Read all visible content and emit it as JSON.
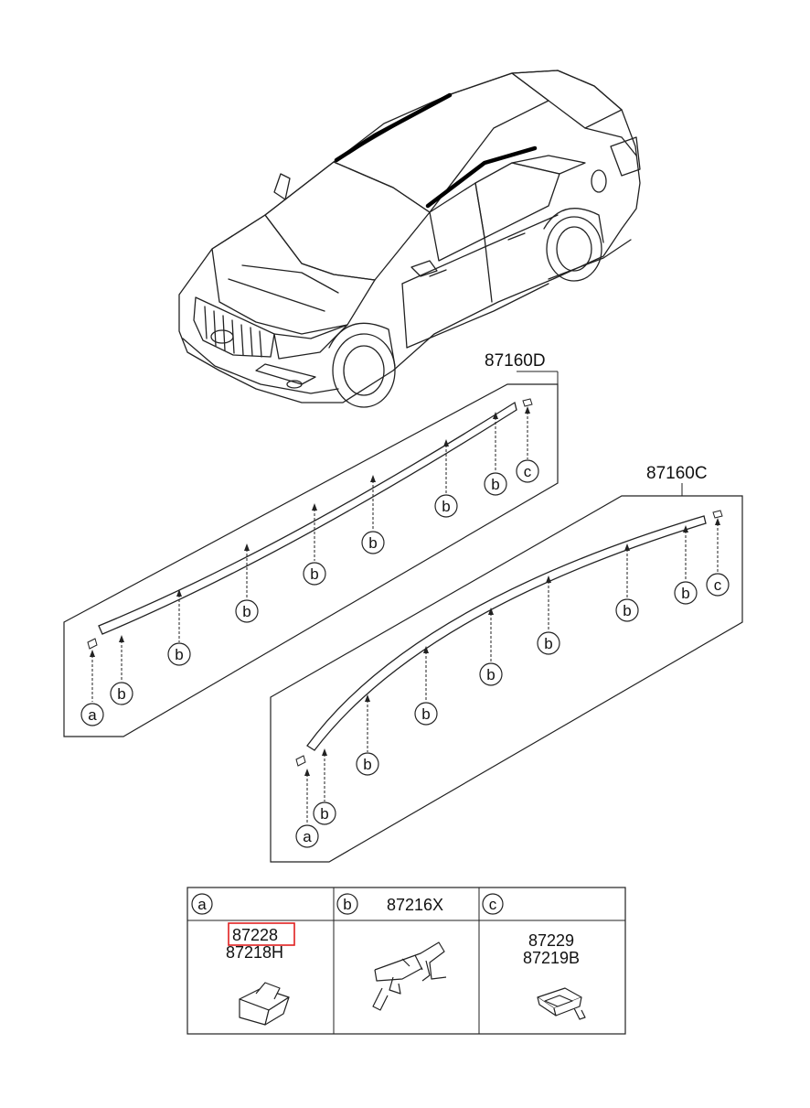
{
  "assemblies": [
    {
      "part_number": "87160D"
    },
    {
      "part_number": "87160C"
    }
  ],
  "callout_letters": {
    "a": "a",
    "b": "b",
    "c": "c"
  },
  "legend": {
    "a": {
      "letter": "a",
      "parts": [
        "87228",
        "87218H"
      ],
      "highlighted_part": "87228"
    },
    "b": {
      "letter": "b",
      "parts": [
        "87216X"
      ]
    },
    "c": {
      "letter": "c",
      "parts": [
        "87229",
        "87219B"
      ]
    }
  },
  "colors": {
    "line": "#222222",
    "highlight": "#e02020",
    "roof_molding": "#000000"
  }
}
